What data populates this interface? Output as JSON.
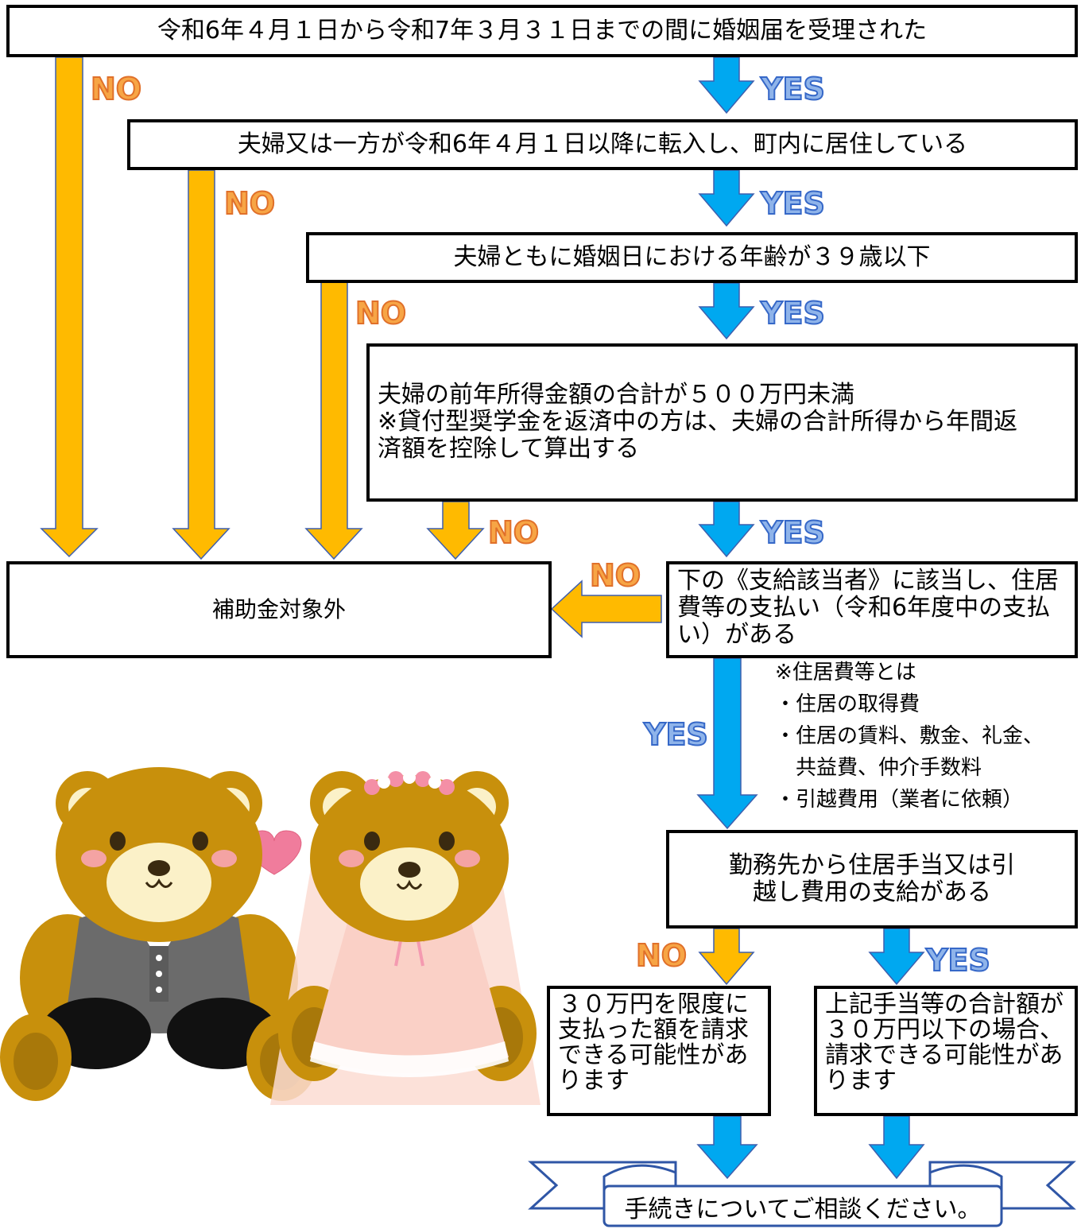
{
  "colors": {
    "yes_arrow": "#00a8f0",
    "no_arrow": "#ffba00",
    "arrow_outline": "#3e5fae",
    "box_border": "#000000"
  },
  "labels": {
    "yes": "YES",
    "no": "NO"
  },
  "steps": {
    "step1": "令和6年４月１日から令和7年３月３１日までの間に婚姻届を受理された",
    "step2": "夫婦又は一方が令和6年４月１日以降に転入し、町内に居住している",
    "step3": "夫婦ともに婚姻日における年齢が３９歳以下",
    "step4_title": "夫婦の前年所得金額の合計が５００万円未満",
    "step4_note": "※貸付型奨学金を返済中の方は、夫婦の合計所得から年間返済額を控除して算出する",
    "step5": "下の《支給該当者》に該当し、住居費等の支払い（令和6年度中の支払い）がある",
    "step6": "勤務先から住居手当又は引越し費用の支給がある",
    "excluded": "補助金対象外",
    "result_no": "３０万円を限度に支払った額を請求できる可能性があります",
    "result_yes": "上記手当等の合計額が３０万円以下の場合、請求できる可能性があります",
    "consult": "手続きについてご相談ください。"
  },
  "housing_note": {
    "title": "※住居費等とは",
    "items": [
      "・住居の取得費",
      "・住居の賃料、敷金、礼金、",
      "　共益費、仲介手数料",
      "・引越費用（業者に依頼）"
    ]
  }
}
